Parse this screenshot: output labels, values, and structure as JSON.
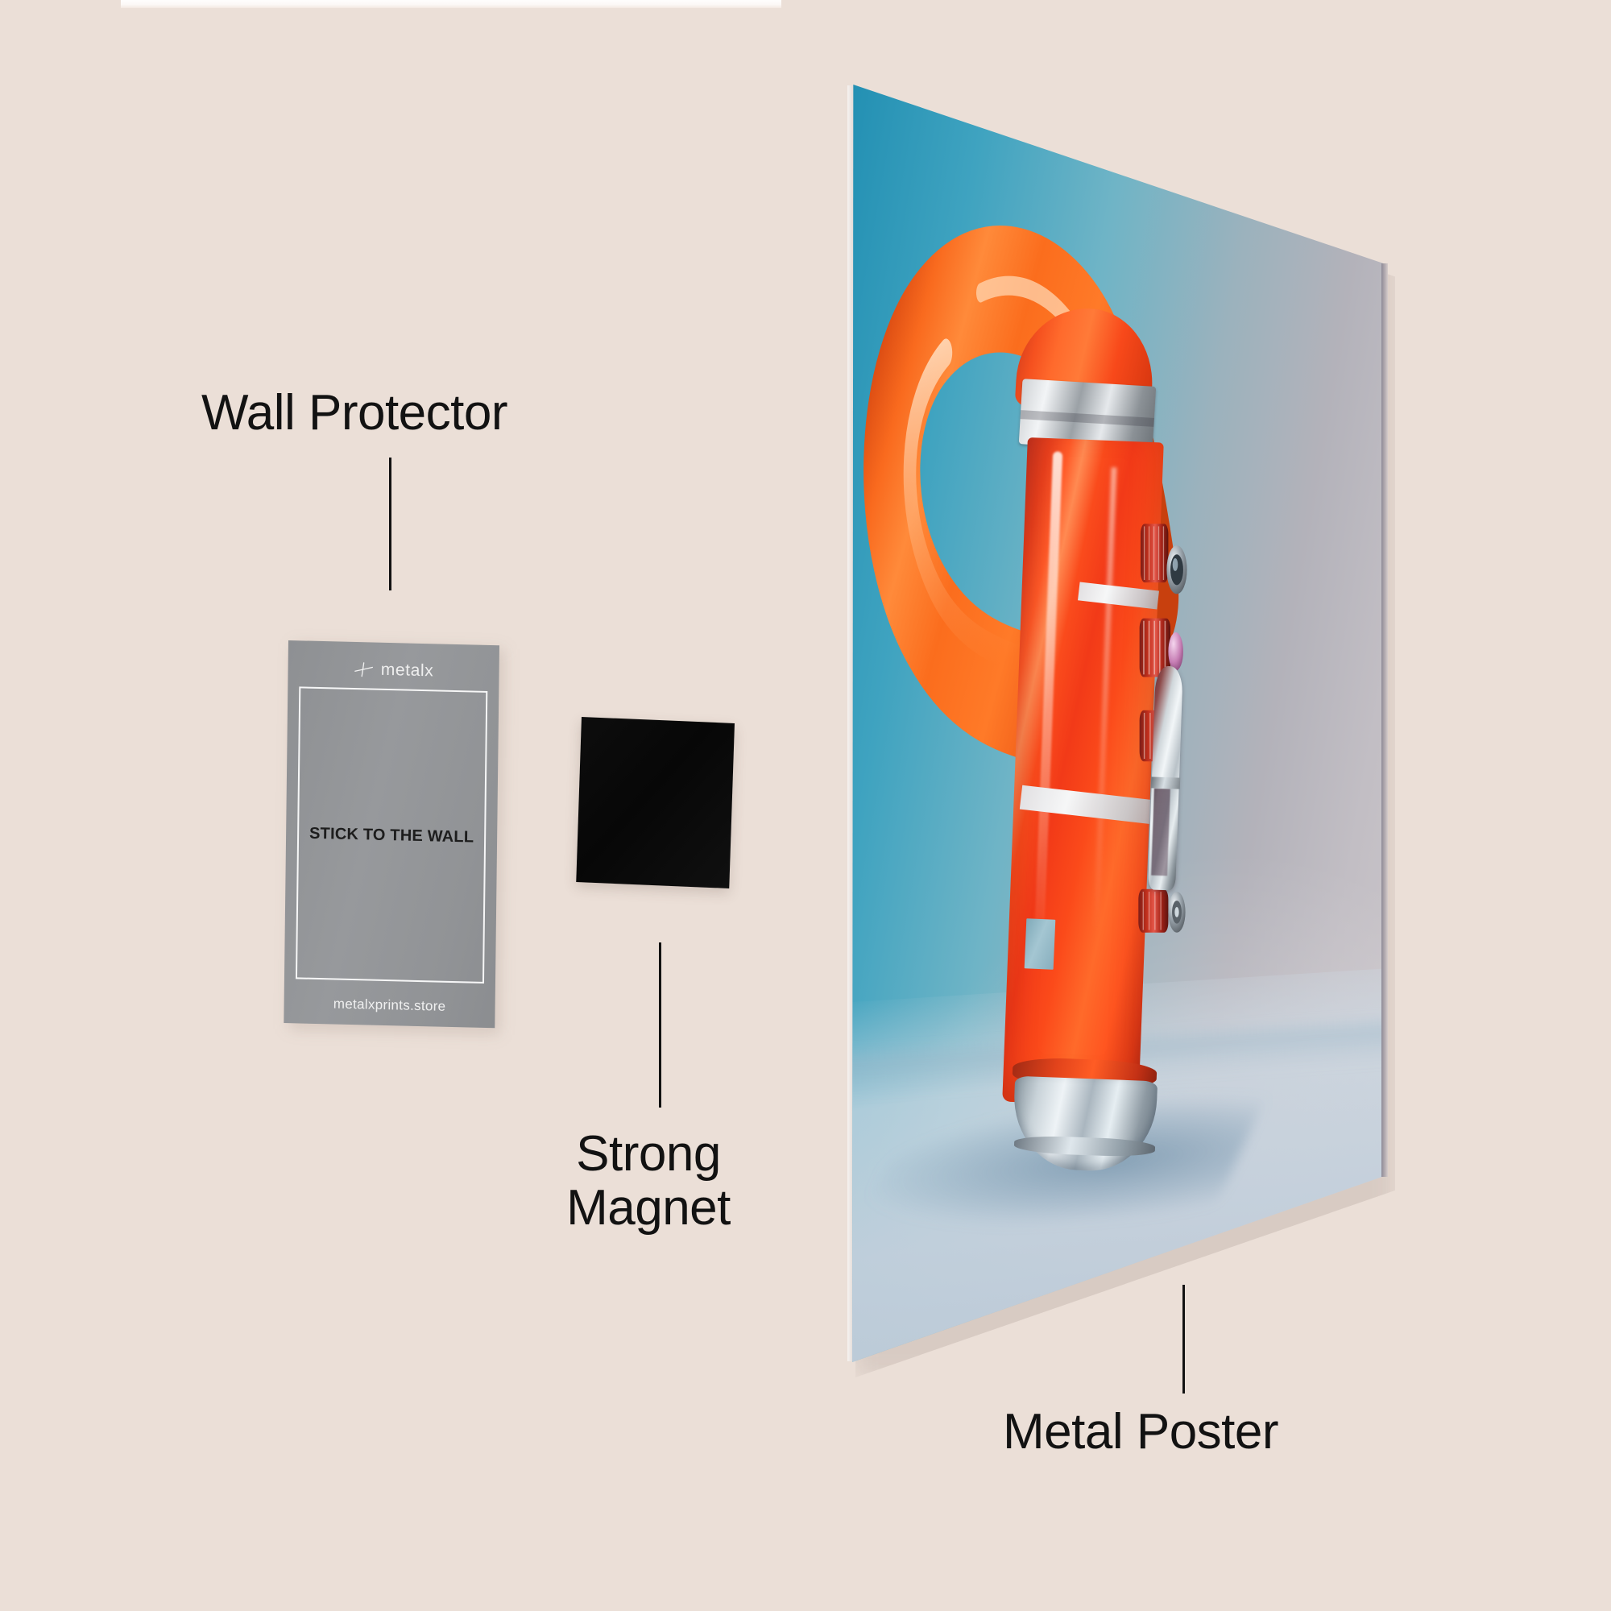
{
  "page": {
    "background_color": "#ebdfd7",
    "text_color": "#121212"
  },
  "callouts": [
    {
      "id": "wall-protector",
      "label": "Wall Protector",
      "points_to": "wall-protector-card"
    },
    {
      "id": "strong-magnet",
      "label": "Strong\nMagnet",
      "points_to": "magnet-square"
    },
    {
      "id": "metal-poster",
      "label": "Metal Poster",
      "points_to": "metal-poster"
    }
  ],
  "wall_protector_card": {
    "brand_name": "metalx",
    "brand_mark": "metalx-cross-logo-icon",
    "center_text": "STICK TO THE WALL",
    "footer_text": "metalxprints.store",
    "card_color": "#949699",
    "border_color": "#ffffff",
    "center_text_color": "#1d1d1d"
  },
  "magnet": {
    "name": "Strong Magnet",
    "color": "#0a0a0a",
    "shape": "square"
  },
  "metal_poster": {
    "artwork_subject": "fire-extinguisher-3d-render",
    "background_gradient_from": "#2390b3",
    "background_gradient_to": "#cdc8cc",
    "extinguisher_body_color": "#f5481c",
    "extinguisher_handle_color": "#fb6a1c",
    "extinguisher_metal_color": "#cfd6da",
    "stripe_color": "#f0f4f6"
  }
}
